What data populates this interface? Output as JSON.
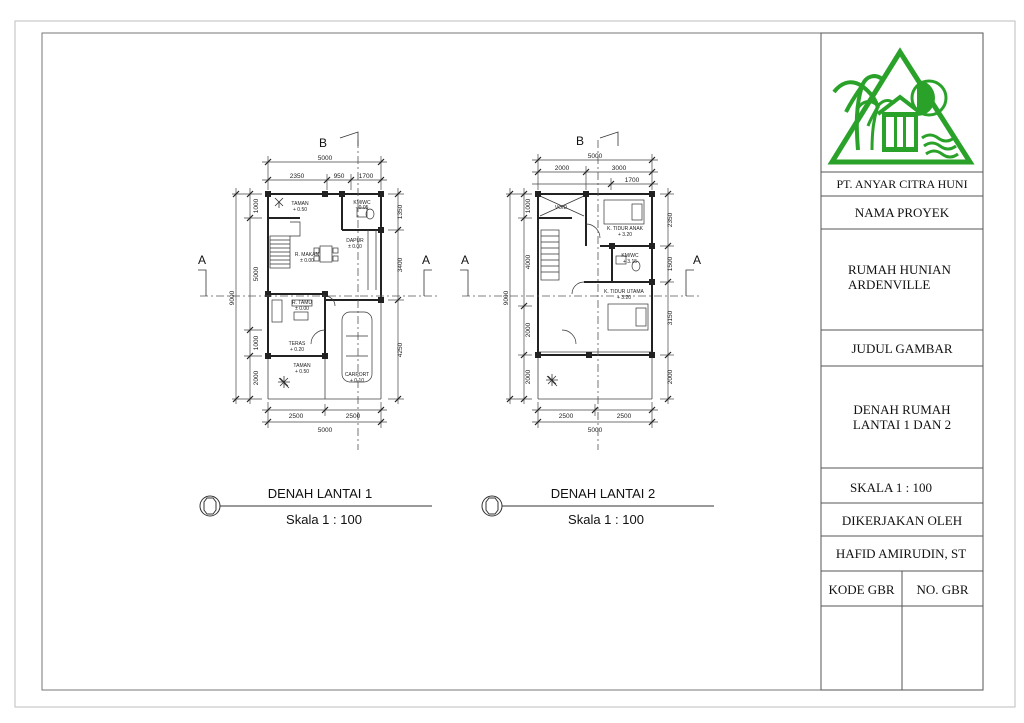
{
  "title_block": {
    "company": "PT. ANYAR CITRA HUNI",
    "project_label": "NAMA PROYEK",
    "project_line1": "RUMAH HUNIAN",
    "project_line2": "ARDENVILLE",
    "drawing_label": "JUDUL GAMBAR",
    "drawing_line1": "DENAH RUMAH",
    "drawing_line2": "LANTAI 1 DAN 2",
    "scale": "SKALA 1 : 100",
    "drawn_by_label": "DIKERJAKAN OLEH",
    "drawn_by": "HAFID AMIRUDIN, ST",
    "code_label": "KODE GBR",
    "number_label": "NO. GBR"
  },
  "plan1": {
    "title": "DENAH LANTAI 1",
    "scale": "Skala 1 : 100",
    "section_a": "A",
    "section_b": "B",
    "dim_top_total": "5000",
    "dim_top_1": "2350",
    "dim_top_2": "950",
    "dim_top_3": "1700",
    "dim_bottom_1": "2500",
    "dim_bottom_2": "2500",
    "dim_bottom_total": "5000",
    "dim_left_total": "9000",
    "dim_left_1": "1000",
    "dim_left_2": "5000",
    "dim_left_3": "1000",
    "dim_left_4": "2000",
    "dim_right_1": "1350",
    "dim_right_2": "3400",
    "dim_right_3": "4250",
    "room_taman_top": "TAMAN",
    "room_taman_top_lvl": "+ 0.50",
    "room_kmwc": "KM/WC",
    "room_kmwc_lvl": "- 0.05",
    "room_dapur": "DAPUR",
    "room_dapur_lvl": "± 0.00",
    "room_makan": "R. MAKAN",
    "room_makan_lvl": "± 0.00",
    "room_tamu": "R. TAMU",
    "room_tamu_lvl": "± 0.00",
    "room_teras": "TERAS",
    "room_teras_lvl": "+ 0.20",
    "room_taman_bottom": "TAMAN",
    "room_taman_bottom_lvl": "+ 0.50",
    "room_carport": "CARPORT",
    "room_carport_lvl": "+ 0.10"
  },
  "plan2": {
    "title": "DENAH LANTAI 2",
    "scale": "Skala 1 : 100",
    "section_a": "A",
    "section_b": "B",
    "dim_top_total": "5000",
    "dim_top_1": "2000",
    "dim_top_2": "3000",
    "dim_top_3": "1700",
    "dim_bottom_1": "2500",
    "dim_bottom_2": "2500",
    "dim_bottom_total": "5000",
    "dim_left_total": "9000",
    "dim_left_1": "1000",
    "dim_left_2": "4000",
    "dim_left_3": "2000",
    "dim_left_4": "2000",
    "dim_right_1": "2350",
    "dim_right_2": "1500",
    "dim_right_3": "3150",
    "dim_right_4": "2000",
    "room_void": "VOID",
    "room_tidur_anak": "K. TIDUR ANAK",
    "room_tidur_anak_lvl": "+ 3.20",
    "room_kmwc": "KM/WC",
    "room_kmwc_lvl": "+ 3.15",
    "room_tidur_utama": "K. TIDUR UTAMA",
    "room_tidur_utama_lvl": "+ 3.20"
  }
}
